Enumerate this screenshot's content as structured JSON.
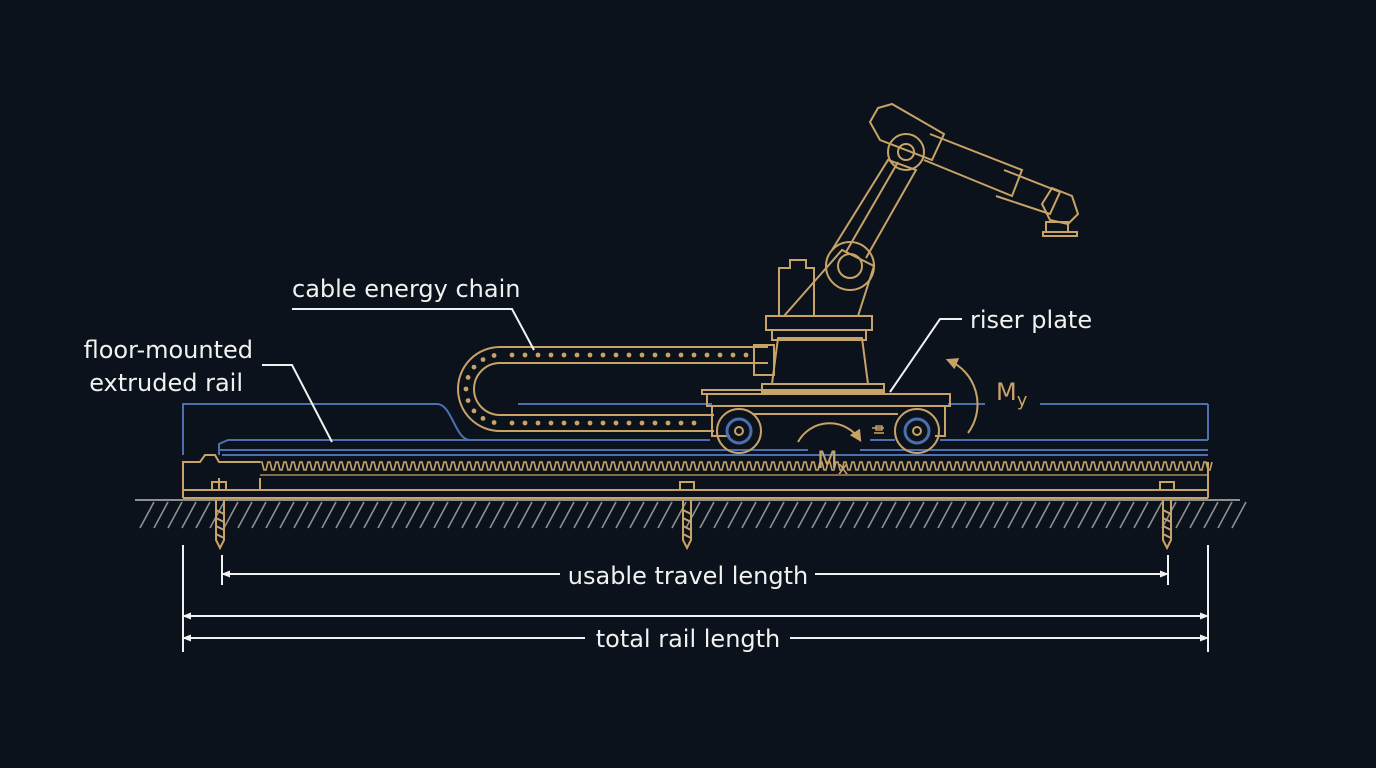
{
  "labels": {
    "cable_energy_chain": "cable energy chain",
    "floor_rail_line1": "floor-mounted",
    "floor_rail_line2": "extruded rail",
    "riser_plate": "riser plate",
    "moment_y_base": "M",
    "moment_y_sub": "y",
    "moment_x_base": "M",
    "moment_x_sub": "x",
    "usable_travel_length": "usable travel length",
    "total_rail_length": "total rail length"
  },
  "colors": {
    "background": "#0b121b",
    "gold": "#c8a368",
    "blue": "#4d6fae",
    "white": "#f1f1f1",
    "ground_hatch": "#8f8f8f"
  }
}
